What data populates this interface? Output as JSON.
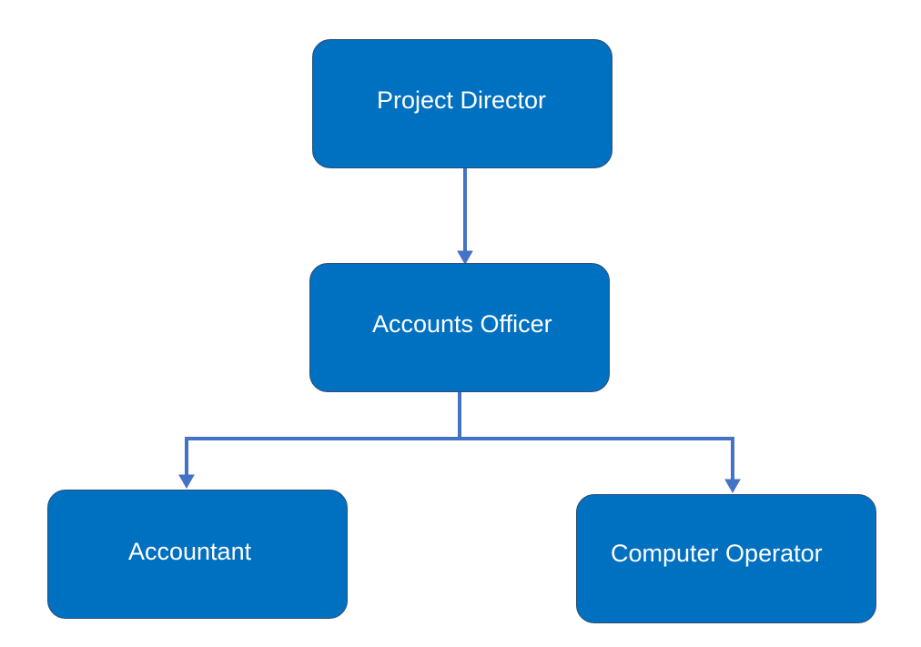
{
  "colors": {
    "box_fill": "#0070c0",
    "box_border": "#2e4e7a",
    "connector": "#4472c4",
    "text": "#ffffff"
  },
  "nodes": {
    "director": "Project Director",
    "officer": "Accounts Officer",
    "accountant": "Accountant",
    "operator": "Computer Operator"
  }
}
